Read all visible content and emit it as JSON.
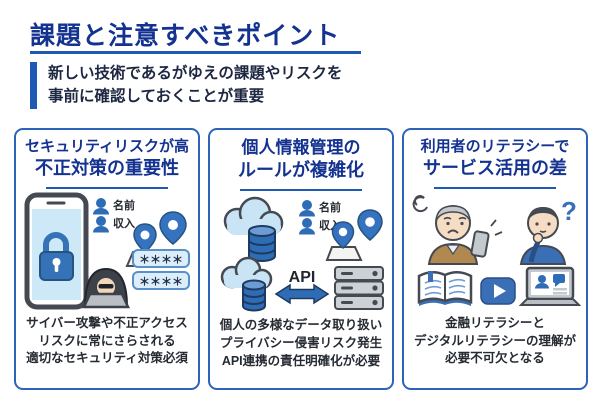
{
  "header": {
    "title": "課題と注意すべきポイント",
    "subtitle_line1": "新しい技術であるがゆえの課題やリスクを",
    "subtitle_line2": "事前に確認しておくことが重要"
  },
  "colors": {
    "title_navy": "#143390",
    "accent_blue": "#1e5ab3",
    "card_border_blue": "#2e63ba",
    "illustration_blue": "#2e6cb5",
    "light_blue": "#cde9f7"
  },
  "cards": [
    {
      "title_line1": "セキュリティリスクが高",
      "title_line2": "不正対策の重要性",
      "illus": {
        "label_name": "名前",
        "label_income": "収入",
        "password1": "＊＊＊＊",
        "password2": "＊＊＊＊"
      },
      "desc_line1": "サイバー攻撃や不正アクセス",
      "desc_line2": "リスクに常にさらされる",
      "desc_line3": "適切なセキュリティ対策必須"
    },
    {
      "title_line1": "個人情報管理の",
      "title_line2": "ルールが複雑化",
      "illus": {
        "label_name": "名前",
        "label_income": "収入",
        "api_label": "API"
      },
      "desc_line1": "個人の多様なデータ取り扱い",
      "desc_line2": "プライバシー侵害リスク発生",
      "desc_line3": "API連携の責任明確化が必要"
    },
    {
      "title_line1": "利用者のリテラシーで",
      "title_line2": "サービス活用の差",
      "illus": {
        "question_mark": "?"
      },
      "desc_line1": "金融リテラシーと",
      "desc_line2": "デジタルリテラシーの理解が",
      "desc_line3": "必要不可欠となる"
    }
  ]
}
